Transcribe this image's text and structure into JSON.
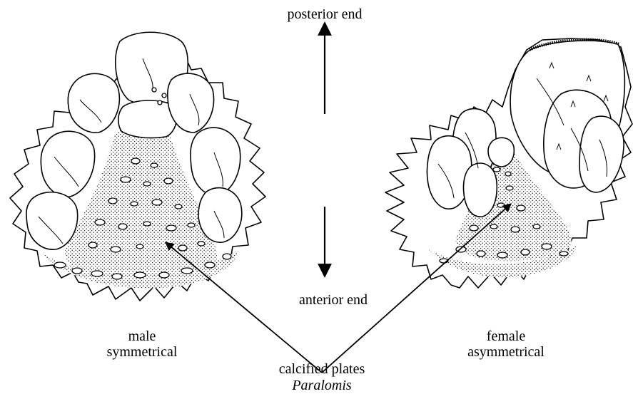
{
  "labels": {
    "posterior": "posterior end",
    "anterior": "anterior end",
    "male_line1": "male",
    "male_line2": "symmetrical",
    "female_line1": "female",
    "female_line2": "asymmetrical",
    "calcified": "calcified plates",
    "genus": "Paralomis"
  }
}
